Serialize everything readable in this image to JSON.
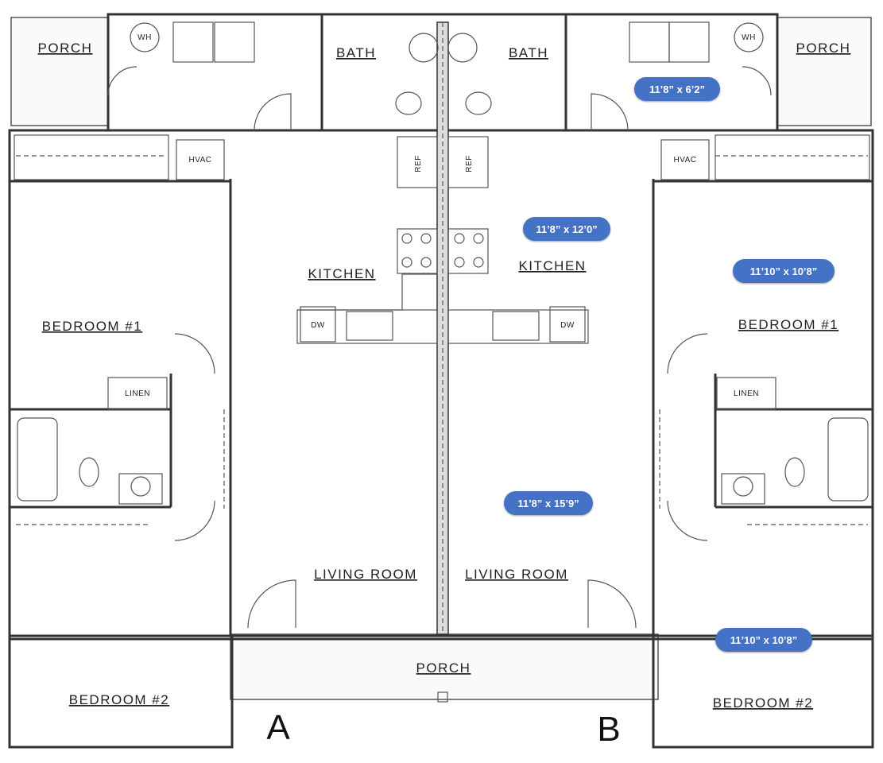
{
  "units": {
    "left": "A",
    "right": "B"
  },
  "rooms": {
    "porch": "PORCH",
    "bath": "BATH",
    "kitchen": "KITCHEN",
    "bedroom1": "BEDROOM #1",
    "bedroom2": "BEDROOM #2",
    "living": "LIVING ROOM",
    "linen": "LINEN",
    "hvac": "HVAC",
    "ref": "REF",
    "dw": "DW",
    "wh": "WH"
  },
  "dimensions": {
    "bath_b": "11’8” x 6’2”",
    "kitchen_b": "11’8” x 12’0”",
    "living_b": "11’8” x 15’9”",
    "bedroom1_b": "11’10” x 10’8”",
    "bedroom2_b": "11’10” x 10’8”"
  },
  "colors": {
    "pill": "#4472c4",
    "wall": "#333333"
  }
}
